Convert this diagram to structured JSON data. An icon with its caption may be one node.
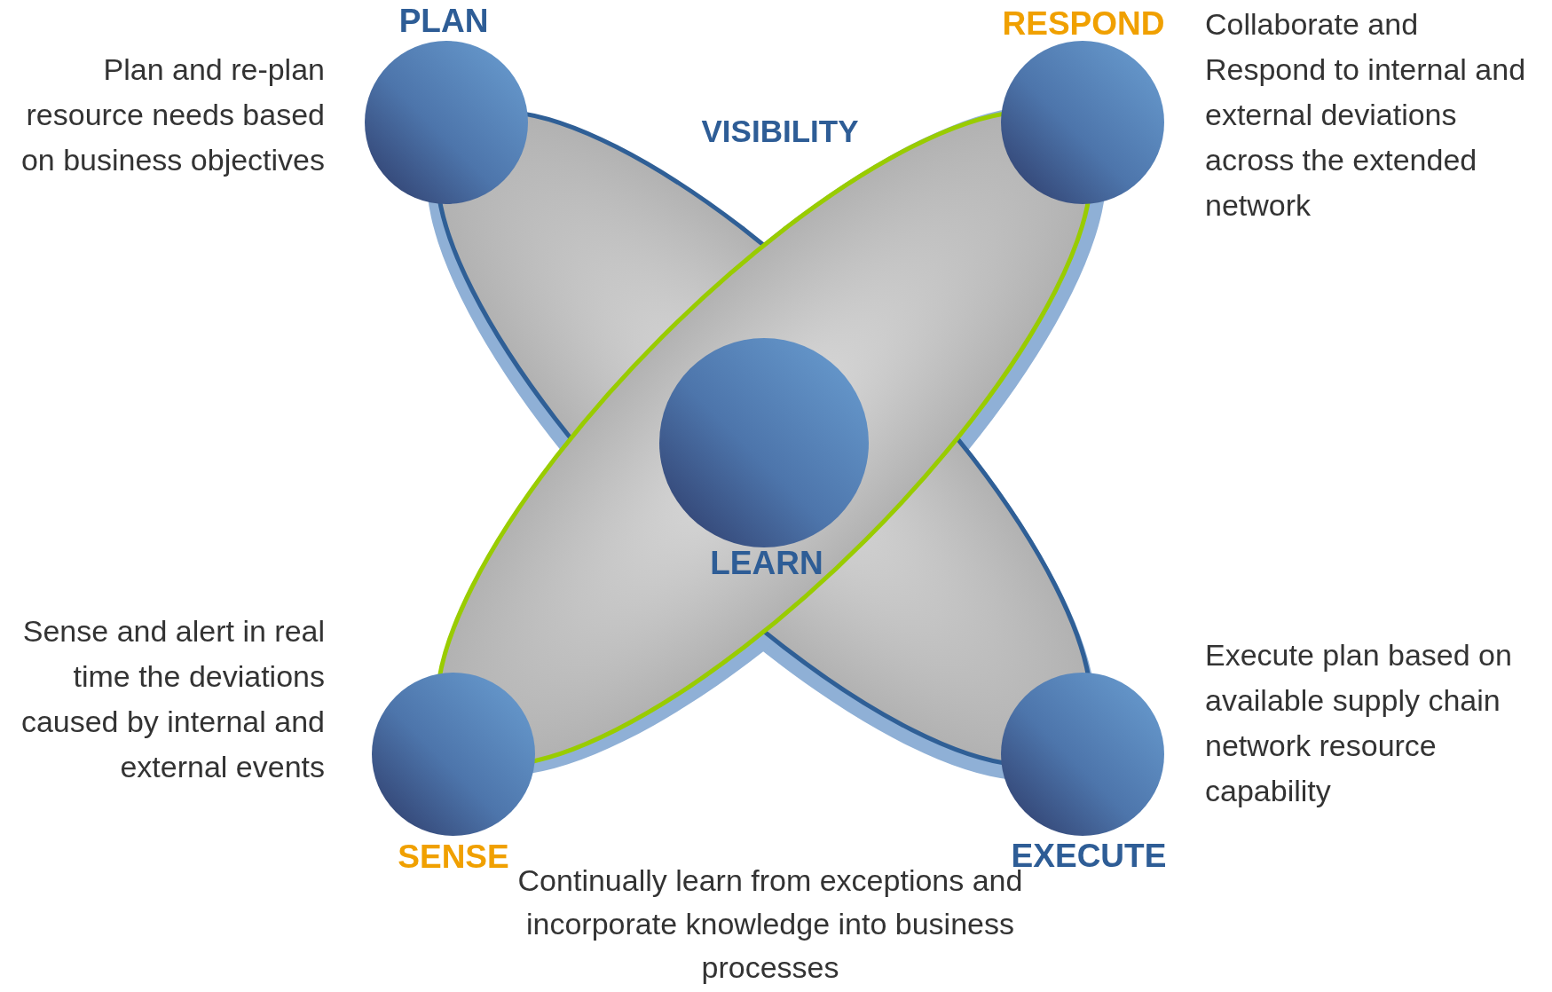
{
  "diagram": {
    "nodes": [
      {
        "text": [
          "PLAN"
        ],
        "beside": [
          "Plan and re-plan resource needs based on business objectives"
        ]
      },
      {
        "text": [
          "RESPOND"
        ],
        "beside": [
          "Collaborate and Respond to internal and external deviations across the extended network"
        ]
      },
      {
        "text": [
          "LEARN"
        ]
      },
      {
        "text": [
          "SENSE"
        ],
        "beside": [
          "Sense and alert in real time the deviations caused by internal and external events"
        ]
      },
      {
        "text": [
          "EXECUTE"
        ],
        "beside": [
          "Execute plan based on available supply chain network resource capability"
        ]
      }
    ],
    "labels": [
      "VISIBILITY",
      "Continually learn from exceptions and incorporate knowledge into business processes"
    ]
  }
}
